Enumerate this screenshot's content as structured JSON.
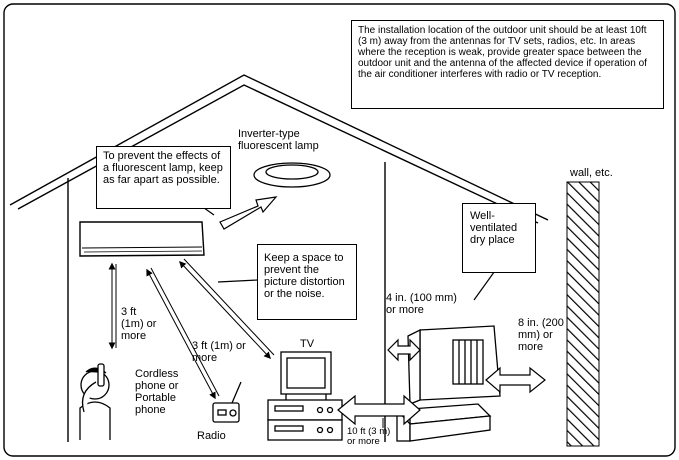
{
  "notes": {
    "installation": "The installation location of the outdoor unit should be at least 10ft (3 m) away from the antennas for TV sets, radios, etc. In areas where the reception is weak, provide greater space between the outdoor unit and the antenna of the affected device if operation of the air conditioner interferes with radio or TV reception.",
    "fluorescent": "To prevent the effects of a fluorescent lamp, keep as far apart as possible.",
    "space": "Keep a space to prevent the picture distortion or the noise.",
    "place": "Well-ventilated dry place"
  },
  "labels": {
    "lamp": "Inverter-type fluorescent lamp",
    "wall": "wall, etc.",
    "dist_phone": "3 ft (1m) or more",
    "dist_radio": "3 ft (1m) or more",
    "phone": "Cordless phone or Portable phone",
    "radio": "Radio",
    "tv": "TV",
    "dist_outdoor_tv": "10 ft (3 m) or more",
    "dist_front": "4 in. (100 mm) or more",
    "dist_wall": "8 in. (200 mm) or more"
  }
}
